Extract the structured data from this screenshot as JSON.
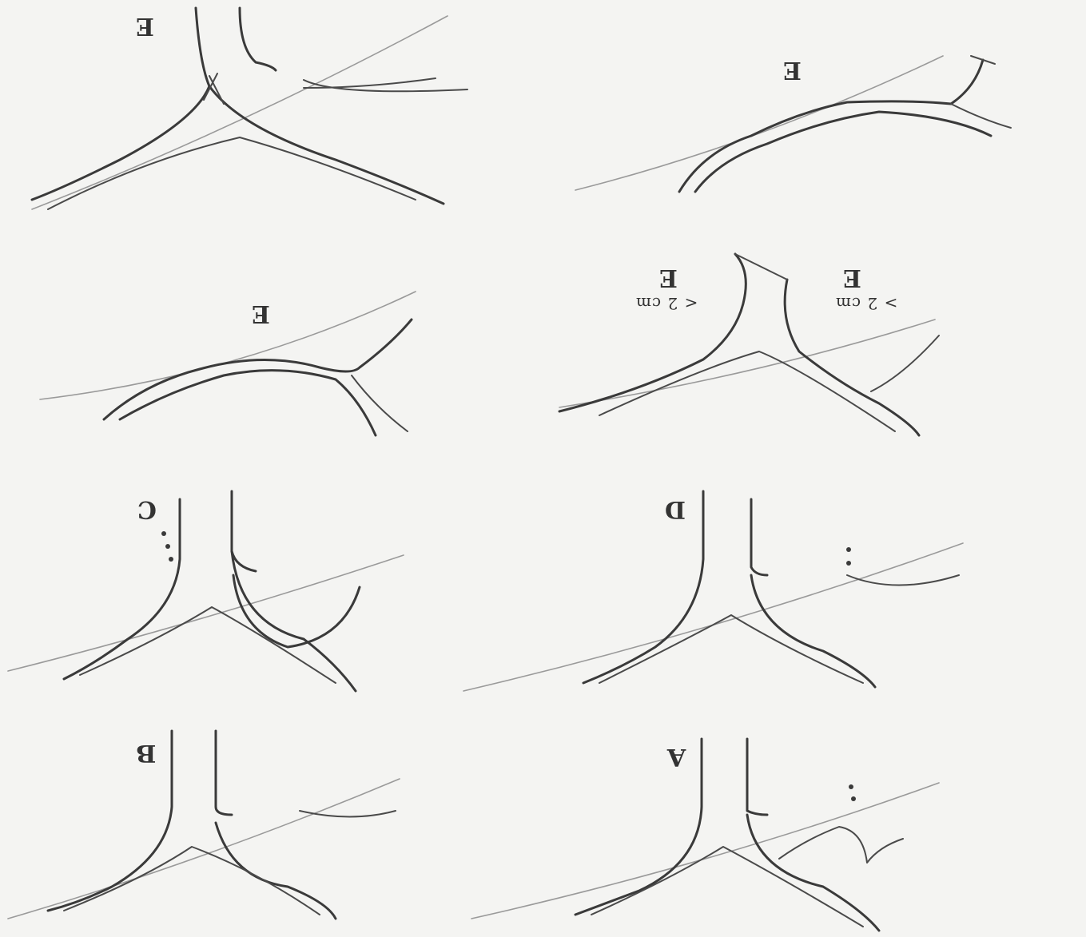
{
  "panels": {
    "a": {
      "label": "A"
    },
    "b": {
      "label": "B"
    },
    "c": {
      "label": "C"
    },
    "d": {
      "label": "D"
    },
    "e1": {
      "label": "E",
      "note": "< 2 cm"
    },
    "e2": {
      "label": "E",
      "note": "> 2 cm"
    },
    "e3": {
      "label": "E"
    },
    "e4": {
      "label": "E"
    },
    "e5": {
      "label": "E"
    }
  }
}
